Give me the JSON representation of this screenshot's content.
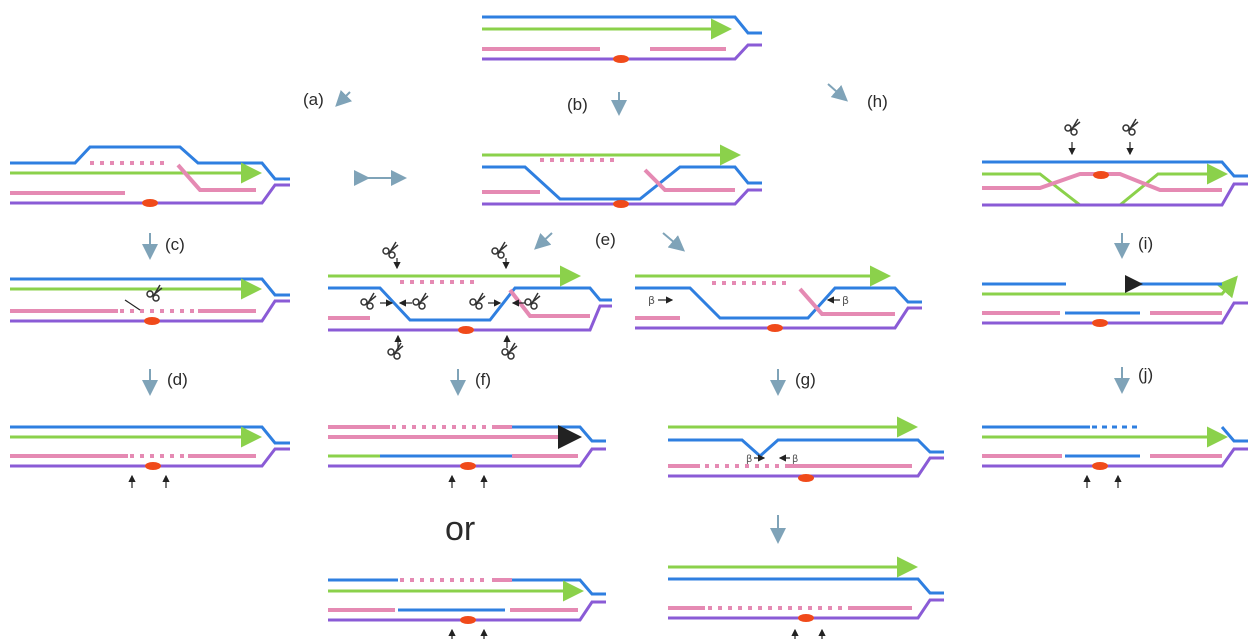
{
  "steps": {
    "a": "(a)",
    "b": "(b)",
    "c": "(c)",
    "d": "(d)",
    "e": "(e)",
    "f": "(f)",
    "g": "(g)",
    "h": "(h)",
    "i": "(i)",
    "j": "(j)"
  },
  "or_text": "or",
  "colors": {
    "blue_strand": "#2f7fe0",
    "green_strand": "#8bd14b",
    "pink_strand": "#e58ab3",
    "purple_strand": "#8a5bd6",
    "protein_bead": "#f04a1a",
    "step_arrow": "#7fa3b8"
  }
}
